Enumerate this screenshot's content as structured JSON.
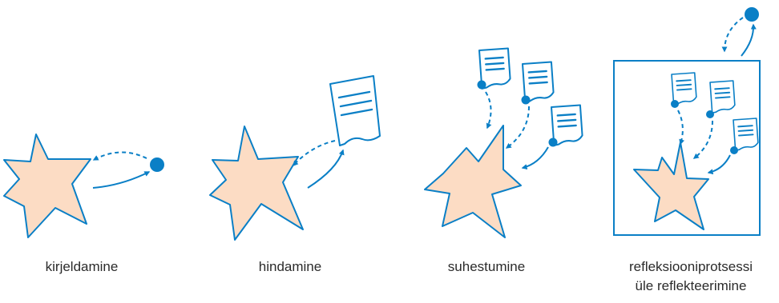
{
  "colors": {
    "accent": "#0a7fc6",
    "star_fill": "#fcdcc4",
    "paper": "#ffffff"
  },
  "panels": [
    {
      "label": "kirjeldamine",
      "label_line2": ""
    },
    {
      "label": "hindamine",
      "label_line2": ""
    },
    {
      "label": "suhestumine",
      "label_line2": ""
    },
    {
      "label": "refleksiooniprotsessi",
      "label_line2": "üle reflekteerimine"
    }
  ]
}
